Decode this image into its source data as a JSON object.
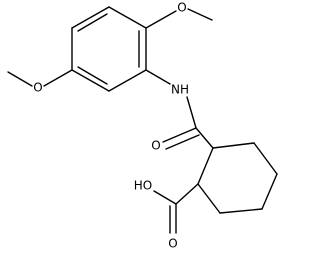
{
  "structure": {
    "labels": {
      "methoxy_top_o": "O",
      "methoxy_left_o": "O",
      "amide_nh": "NH",
      "amide_o": "O",
      "acid_oh": "HO",
      "acid_o": "O"
    }
  }
}
